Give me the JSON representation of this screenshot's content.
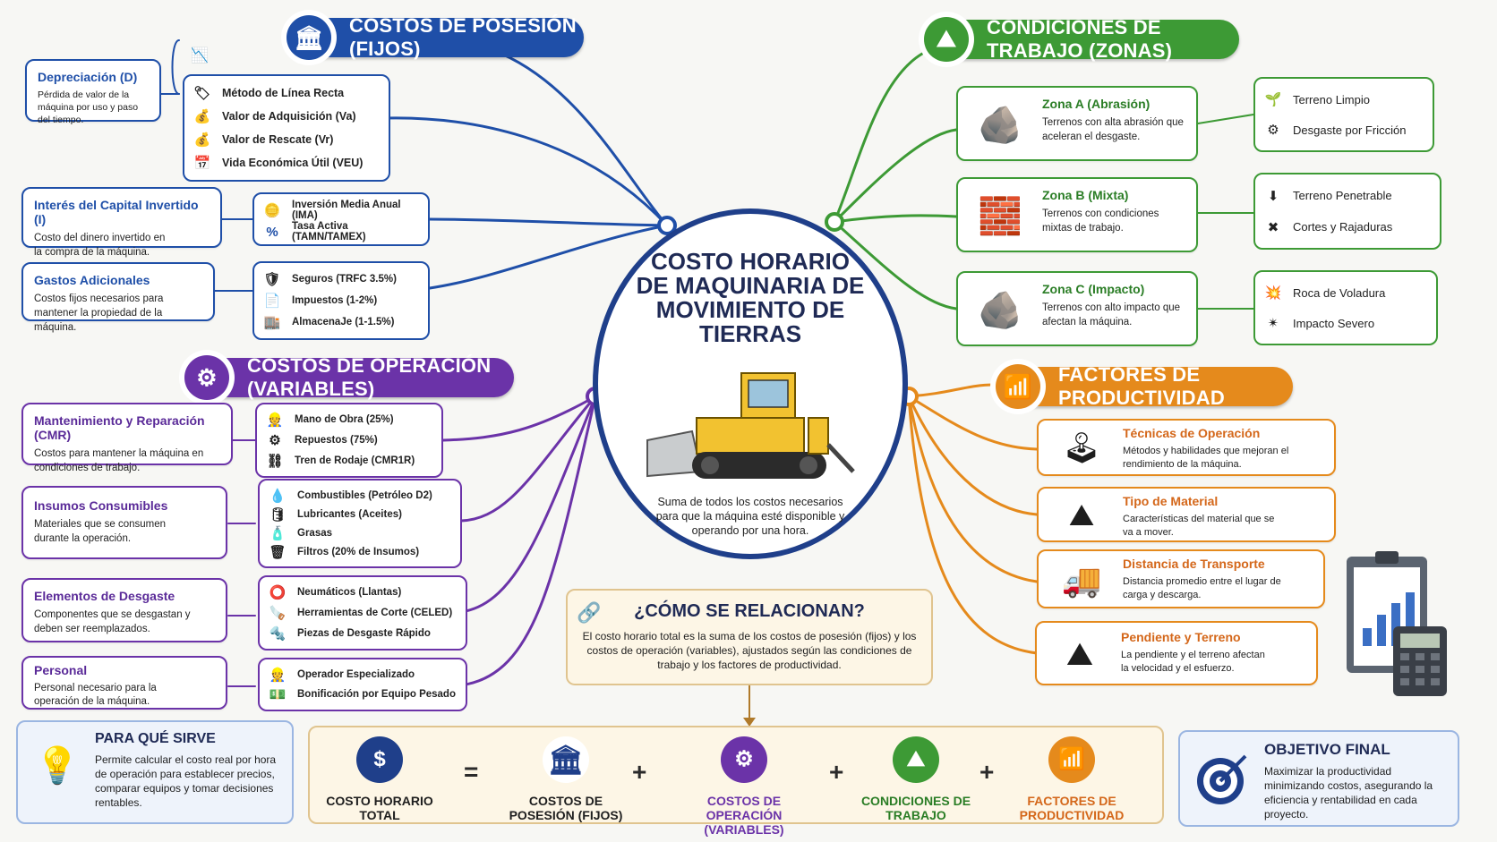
{
  "center": {
    "title": "COSTO HORARIO DE MAQUINARIA DE MOVIMIENTO DE TIERRAS",
    "description": "Suma de todos los costos necesarios para que la máquina esté disponible y operando por una hora."
  },
  "colors": {
    "blue": "#1f4fa8",
    "green": "#3d9a35",
    "purple": "#6b33a8",
    "orange": "#e58a1c",
    "navy": "#1f3f8a"
  },
  "posesion": {
    "header": "COSTOS DE POSESIÓN (FIJOS)",
    "icon": "bank-icon",
    "depreciacion": {
      "title": "Depreciación (D)",
      "desc": "Pérdida de valor de la máquina por uso y paso del tiempo.",
      "items": [
        {
          "icon": "tag-icon",
          "label": "Método de Línea Recta"
        },
        {
          "icon": "money-bag-icon",
          "label": "Valor de Adquisición (Va)"
        },
        {
          "icon": "money-bag-icon",
          "label": "Valor de Rescate (Vr)"
        },
        {
          "icon": "calendar-icon",
          "label": "Vida Económica Útil (VEU)"
        }
      ]
    },
    "interes": {
      "title": "Interés del Capital Invertido (I)",
      "desc": "Costo del dinero invertido en la compra de la máquina.",
      "items": [
        {
          "icon": "coins-icon",
          "label": "Inversión Media Anual (IMA)"
        },
        {
          "icon": "percent-icon",
          "label": "Tasa Activa (TAMN/TAMEX)"
        }
      ]
    },
    "gastos": {
      "title": "Gastos Adicionales",
      "desc": "Costos fijos necesarios para mantener la propiedad de la máquina.",
      "items": [
        {
          "icon": "shield-icon",
          "label": "Seguros (TRFC 3.5%)"
        },
        {
          "icon": "document-icon",
          "label": "Impuestos (1-2%)"
        },
        {
          "icon": "warehouse-icon",
          "label": "AlmacenaJe (1-1.5%)"
        }
      ]
    }
  },
  "operacion": {
    "header": "COSTOS DE OPERACIÓN (VARIABLES)",
    "icon": "gears-icon",
    "mantenimiento": {
      "title": "Mantenimiento y Reparación (CMR)",
      "desc": "Costos para mantener la máquina en condiciones de trabajo.",
      "items": [
        {
          "icon": "worker-icon",
          "label": "Mano de Obra (25%)"
        },
        {
          "icon": "gear-icon",
          "label": "Repuestos (75%)"
        },
        {
          "icon": "track-icon",
          "label": "Tren de Rodaje (CMR1R)"
        }
      ]
    },
    "insumos": {
      "title": "Insumos Consumibles",
      "desc": "Materiales que se consumen durante la operación.",
      "items": [
        {
          "icon": "drop-icon",
          "label": "Combustibles (Petróleo D2)"
        },
        {
          "icon": "oil-can-icon",
          "label": "Lubricantes (Aceites)"
        },
        {
          "icon": "grease-icon",
          "label": "Grasas"
        },
        {
          "icon": "filter-icon",
          "label": "Filtros (20% de Insumos)"
        }
      ]
    },
    "desgaste": {
      "title": "Elementos de Desgaste",
      "desc": "Componentes que se desgastan y deben ser reemplazados.",
      "items": [
        {
          "icon": "tire-icon",
          "label": "Neumáticos (Llantas)"
        },
        {
          "icon": "blade-icon",
          "label": "Herramientas de Corte (CELED)"
        },
        {
          "icon": "parts-icon",
          "label": "Piezas de Desgaste Rápido"
        }
      ]
    },
    "personal": {
      "title": "Personal",
      "desc": "Personal necesario para la operación de la máquina.",
      "items": [
        {
          "icon": "operator-icon",
          "label": "Operador Especializado"
        },
        {
          "icon": "bonus-icon",
          "label": "Bonificación por Equipo Pesado"
        }
      ]
    }
  },
  "condiciones": {
    "header": "CONDICIONES DE TRABAJO (ZONAS)",
    "icon": "mountain-icon",
    "zonas": [
      {
        "title": "Zona A (Abrasión)",
        "desc": "Terrenos con alta abrasión que aceleran el desgaste.",
        "items": [
          {
            "icon": "sprout-icon",
            "label": "Terreno Limpio"
          },
          {
            "icon": "friction-gear-icon",
            "label": "Desgaste por Fricción"
          }
        ]
      },
      {
        "title": "Zona B (Mixta)",
        "desc": "Terrenos con condiciones mixtas de trabajo.",
        "items": [
          {
            "icon": "shovel-icon",
            "label": "Terreno Penetrable"
          },
          {
            "icon": "crack-icon",
            "label": "Cortes y Rajaduras"
          }
        ]
      },
      {
        "title": "Zona C (Impacto)",
        "desc": "Terrenos con alto impacto que afectan la máquina.",
        "items": [
          {
            "icon": "blast-icon",
            "label": "Roca de Voladura"
          },
          {
            "icon": "impact-icon",
            "label": "Impacto Severo"
          }
        ]
      }
    ]
  },
  "productividad": {
    "header": "FACTORES DE PRODUCTIVIDAD",
    "icon": "bar-chart-icon",
    "factores": [
      {
        "icon": "joystick-icon",
        "title": "Técnicas de Operación",
        "desc": "Métodos y habilidades que mejoran el rendimiento de la máquina."
      },
      {
        "icon": "material-pile-icon",
        "title": "Tipo de Material",
        "desc": "Características del material que se va a mover."
      },
      {
        "icon": "dump-truck-icon",
        "title": "Distancia de Transporte",
        "desc": "Distancia promedio entre el lugar de carga y descarga."
      },
      {
        "icon": "slope-icon",
        "title": "Pendiente y Terreno",
        "desc": "La pendiente y el terreno afectan la velocidad y el esfuerzo."
      }
    ]
  },
  "relacion": {
    "title": "¿CÓMO SE RELACIONAN?",
    "icon": "chain-link-icon",
    "text": "El costo horario total es la suma de los costos de posesión (fijos) y los costos de operación (variables), ajustados según las condiciones de trabajo y los factores de productividad."
  },
  "para_que": {
    "title": "PARA QUÉ SIRVE",
    "icon": "lightbulb-icon",
    "text": "Permite calcular el costo real por hora de operación para establecer precios, comparar equipos y tomar decisiones rentables."
  },
  "formula": {
    "equals": "=",
    "plus": "+",
    "items": [
      {
        "label": "COSTO HORARIO TOTAL",
        "icon": "money-clock-icon",
        "color": "#1f3f8a"
      },
      {
        "label": "COSTOS DE POSESIÓN (FIJOS)",
        "icon": "bank-icon",
        "color": "#1f3f8a"
      },
      {
        "label": "COSTOS DE OPERACIÓN (VARIABLES)",
        "icon": "gears-icon",
        "color": "#6b33a8"
      },
      {
        "label": "CONDICIONES DE TRABAJO",
        "icon": "mountain-icon",
        "color": "#3d9a35"
      },
      {
        "label": "FACTORES DE PRODUCTIVIDAD",
        "icon": "bar-chart-icon",
        "color": "#e58a1c"
      }
    ]
  },
  "objetivo": {
    "title": "OBJETIVO FINAL",
    "icon": "target-icon",
    "text": "Maximizar la productividad minimizando costos, asegurando la eficiencia y rentabilidad en cada proyecto."
  }
}
